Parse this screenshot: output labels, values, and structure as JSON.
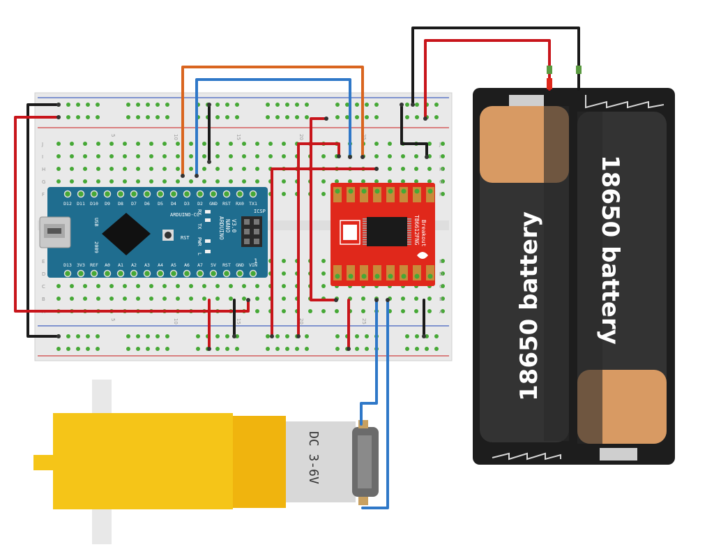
{
  "breadboard": {
    "row_letters": [
      "J",
      "I",
      "H",
      "G",
      "F",
      "E",
      "D",
      "C",
      "B",
      "A"
    ],
    "column_numbers": [
      "5",
      "10",
      "15",
      "20",
      "25"
    ]
  },
  "arduino": {
    "top_pins": [
      "D12",
      "D11",
      "D10",
      "D9",
      "D8",
      "D7",
      "D6",
      "D5",
      "D4",
      "D3",
      "D2",
      "GND",
      "RST",
      "RX0",
      "TX1"
    ],
    "bottom_pins": [
      "D13",
      "3V3",
      "REF",
      "A0",
      "A1",
      "A2",
      "A3",
      "A4",
      "A5",
      "A6",
      "A7",
      "5V",
      "RST",
      "GND",
      "VIN"
    ],
    "usb_label": "USB",
    "brand_label": "ARDUINO-CC",
    "name_label": "ARDUINO",
    "model_label": "NANO",
    "version_label": "V3.0",
    "icsp_label": "ICSP",
    "rst_label": "RST",
    "year_label": "2009",
    "led_labels": [
      "TX",
      "RX",
      "PWR",
      "L"
    ],
    "pin_marker": "1"
  },
  "driver": {
    "chip_label": "TB6612FNG",
    "sub_label": "Breakout"
  },
  "batteries": [
    {
      "label": "18650 battery"
    },
    {
      "label": "18650 battery"
    }
  ],
  "motor": {
    "label": "DC 3-6V"
  },
  "colors": {
    "board_blue": "#1f6d8f",
    "driver_red": "#e0281b",
    "wire_red": "#c8151b",
    "wire_black": "#1a1a1a",
    "wire_blue": "#2f78c8",
    "wire_orange": "#d9651f",
    "motor_yellow": "#f5c518",
    "battery_holder": "#1d1d1d",
    "battery_copper": "#d89a63"
  }
}
